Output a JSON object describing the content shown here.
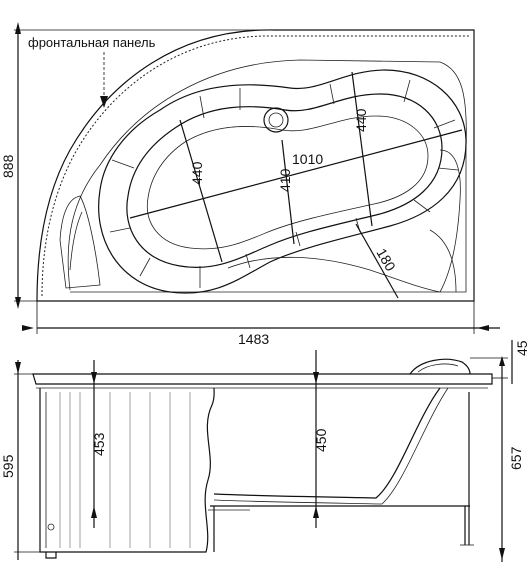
{
  "top_view": {
    "front_panel_label": "фронтальная панель",
    "dims": {
      "length": "1483",
      "width": "888",
      "inner_length": "1010",
      "inner_width_left": "440",
      "inner_width_right": "440",
      "middle": "410",
      "seat": "180"
    }
  },
  "side_view": {
    "dims": {
      "height_total": "595",
      "height_with_rim": "657",
      "rim": "45",
      "depth_left": "453",
      "depth_center": "450"
    }
  }
}
